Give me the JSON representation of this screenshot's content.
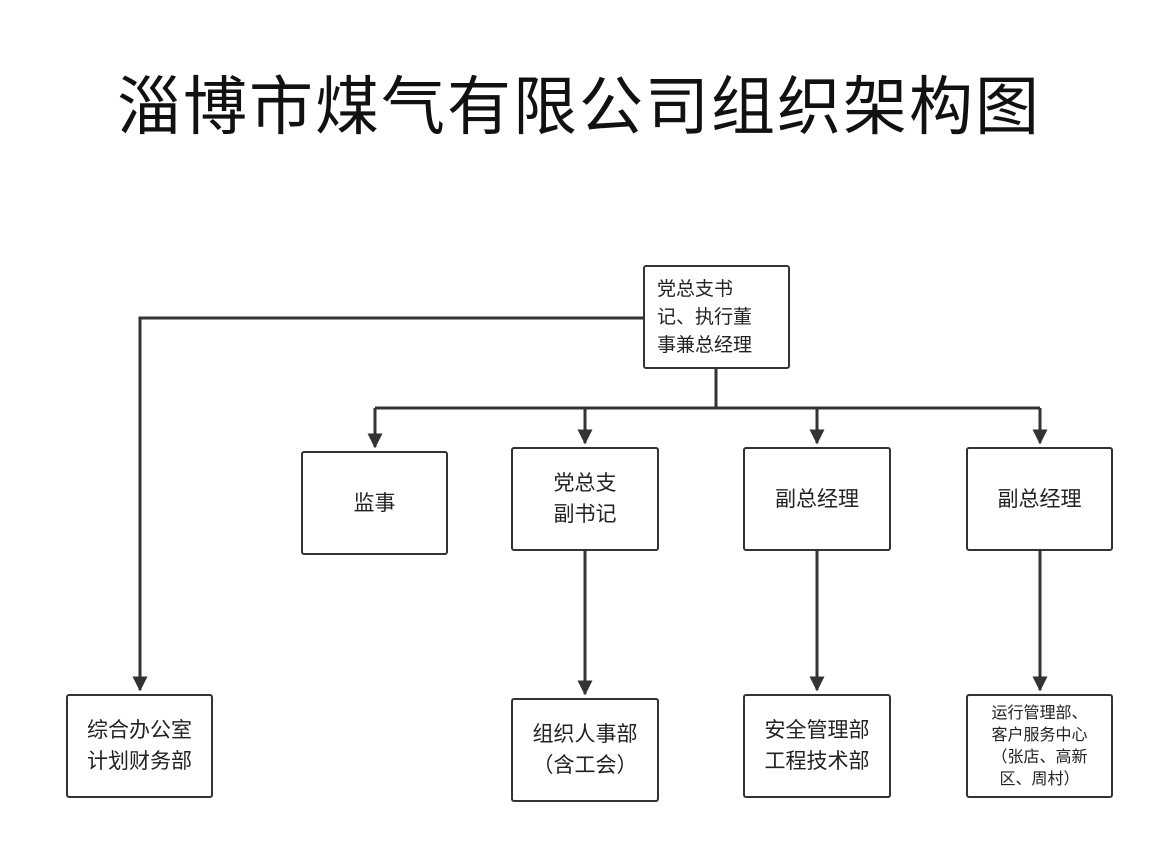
{
  "title": "淄博市煤气有限公司组织架构图",
  "colors": {
    "line": "#333333",
    "box_border": "#333333",
    "text": "#222222",
    "background": "#ffffff"
  },
  "nodes": {
    "gm": "党总支书\n记、执行董\n事兼总经理",
    "supervisor": "监事",
    "party_deputy": "党总支\n副书记",
    "vp1": "副总经理",
    "vp2": "副总经理",
    "admin_finance": "综合办公室\n计划财务部",
    "hr": "组织人事部\n（含工会）",
    "safety_eng": "安全管理部\n工程技术部",
    "ops_service": "运行管理部、\n客户服务中心\n（张店、高新\n区、周村）"
  }
}
